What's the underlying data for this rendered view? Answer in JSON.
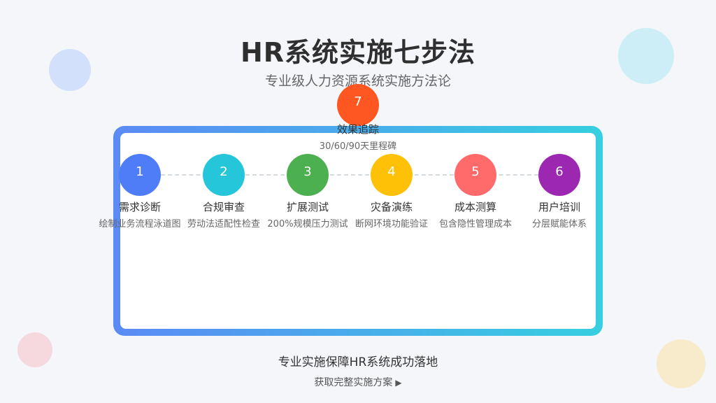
{
  "header": {
    "title": "HR系统实施七步法",
    "subtitle": "专业级人力资源系统实施方法论"
  },
  "colors": {
    "frame_start": "#5b8af5",
    "frame_end": "#36cfe0"
  },
  "steps": [
    {
      "number": "1",
      "name": "需求诊断",
      "desc": "绘制业务流程泳道图",
      "color": "#4f7cf7"
    },
    {
      "number": "2",
      "name": "合规审查",
      "desc": "劳动法适配性检查",
      "color": "#26c6da"
    },
    {
      "number": "3",
      "name": "扩展测试",
      "desc": "200%规模压力测试",
      "color": "#4caf50"
    },
    {
      "number": "4",
      "name": "灾备演练",
      "desc": "断网环境功能验证",
      "color": "#ffc107"
    },
    {
      "number": "5",
      "name": "成本测算",
      "desc": "包含隐性管理成本",
      "color": "#ff6b6b"
    },
    {
      "number": "6",
      "name": "用户培训",
      "desc": "分层赋能体系",
      "color": "#9c27b0"
    },
    {
      "number": "7",
      "name": "效果追踪",
      "desc": "30/60/90天里程碑",
      "color": "#ff5722"
    }
  ],
  "footer": {
    "tagline": "专业实施保障HR系统成功落地",
    "cta_label": "获取完整实施方案",
    "cta_icon": "play-arrow-icon"
  }
}
